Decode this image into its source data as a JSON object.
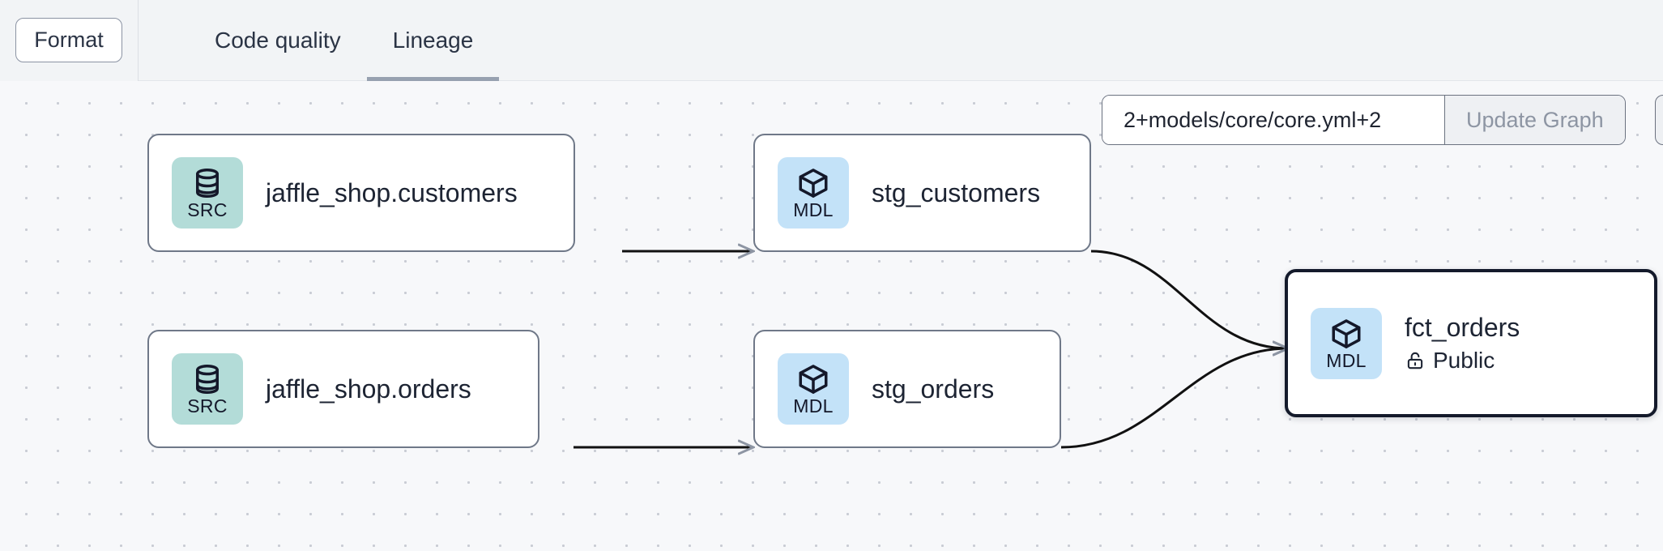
{
  "toolbar": {
    "format_label": "Format",
    "tabs": [
      {
        "label": "Code quality",
        "active": false
      },
      {
        "label": "Lineage",
        "active": true
      }
    ]
  },
  "controls": {
    "selector_value": "2+models/core/core.yml+2",
    "selector_placeholder": "2+models/core/core.yml+2",
    "update_graph_label": "Update Graph"
  },
  "graph": {
    "nodes": [
      {
        "id": "jaffle_shop_customers",
        "title": "jaffle_shop.customers",
        "badge_type": "SRC",
        "badge_label": "SRC",
        "badge_icon": "database-icon",
        "selected": false,
        "subtitle": null
      },
      {
        "id": "stg_customers",
        "title": "stg_customers",
        "badge_type": "MDL",
        "badge_label": "MDL",
        "badge_icon": "cube-icon",
        "selected": false,
        "subtitle": null
      },
      {
        "id": "jaffle_shop_orders",
        "title": "jaffle_shop.orders",
        "badge_type": "SRC",
        "badge_label": "SRC",
        "badge_icon": "database-icon",
        "selected": false,
        "subtitle": null
      },
      {
        "id": "stg_orders",
        "title": "stg_orders",
        "badge_type": "MDL",
        "badge_label": "MDL",
        "badge_icon": "cube-icon",
        "selected": false,
        "subtitle": null
      },
      {
        "id": "fct_orders",
        "title": "fct_orders",
        "badge_type": "MDL",
        "badge_label": "MDL",
        "badge_icon": "cube-icon",
        "selected": true,
        "subtitle": "Public",
        "subtitle_icon": "unlock-icon"
      }
    ],
    "edges": [
      {
        "from": "jaffle_shop_customers",
        "to": "stg_customers"
      },
      {
        "from": "jaffle_shop_orders",
        "to": "stg_orders"
      },
      {
        "from": "stg_customers",
        "to": "fct_orders"
      },
      {
        "from": "stg_orders",
        "to": "fct_orders"
      }
    ]
  },
  "colors": {
    "canvas_bg": "#f7f8fa",
    "toolbar_bg": "#f2f4f6",
    "node_border": "#6f7888",
    "node_border_selected": "#141a2b",
    "badge_src_bg": "#b3dcd8",
    "badge_mdl_bg": "#c3e2f8",
    "edge": "#111111",
    "tab_underline": "#97a1b0",
    "text": "#1d2433"
  }
}
